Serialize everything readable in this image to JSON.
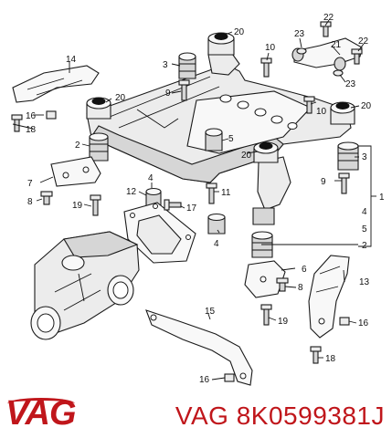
{
  "brand": {
    "logo_text": "VAG",
    "logo_color": "#c0161b"
  },
  "part_number_line": "VAG 8K0599381J",
  "callouts": {
    "c1": "1",
    "c2": "2",
    "c3": "3",
    "c4": "4",
    "c5": "5",
    "c6": "6",
    "c7": "7",
    "c8": "8",
    "c9": "9",
    "c10": "10",
    "c11": "11",
    "c12": "12",
    "c13": "13",
    "c14": "14",
    "c15": "15",
    "c16": "16",
    "c17": "17",
    "c18": "18",
    "c19": "19",
    "c20": "20",
    "c21": "21",
    "c22": "22",
    "c23": "23"
  }
}
